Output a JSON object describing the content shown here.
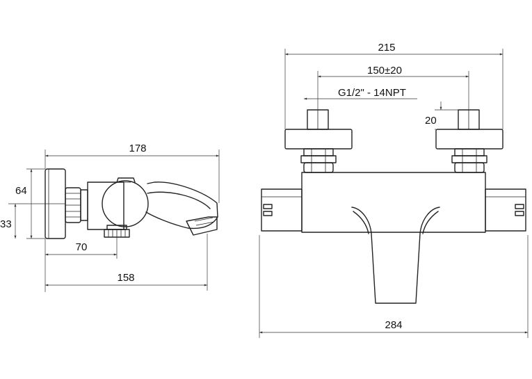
{
  "dimensions": {
    "side_total_length": "178",
    "side_height_64": "64",
    "side_height_33": "33",
    "side_outlet_70": "70",
    "side_depth_158": "158",
    "front_width_215": "215",
    "front_center_distance": "150",
    "front_center_tolerance": "±20",
    "front_thread": "G1/2\" - 14NPT",
    "front_height_20": "20",
    "front_body_284": "284"
  }
}
